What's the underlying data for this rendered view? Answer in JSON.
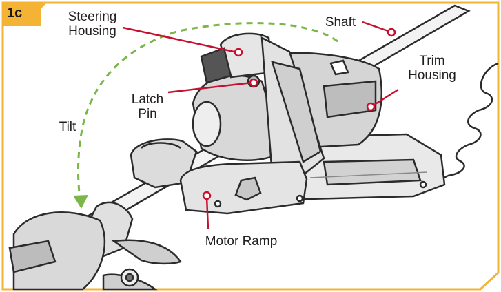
{
  "step_badge": "1c",
  "labels": {
    "steering_housing": "Steering\nHousing",
    "shaft": "Shaft",
    "trim_housing": "Trim\nHousing",
    "latch_pin": "Latch\nPin",
    "tilt": "Tilt",
    "motor_ramp": "Motor Ramp"
  },
  "colors": {
    "frame": "#f5b335",
    "leader": "#c8102e",
    "tilt_arrow": "#7ab648",
    "line_art": "#2b2b2b"
  }
}
